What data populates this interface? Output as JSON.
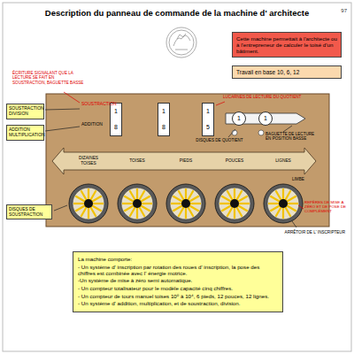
{
  "diagram": {
    "title": "Description du panneau de commande de la machine d' architecte",
    "nodes": [
      {
        "text": [
          "Cette machine permettait à l'architecte ou à l'entrepreneur de calculer le toisé d'un bâtiment."
        ]
      },
      {
        "text": [
          "Travail en base 10, 6, 12"
        ]
      },
      {
        "text": [
          "SOUSTRACTION DIVISION"
        ]
      },
      {
        "text": [
          "ADDITION MULTIPLICATION"
        ]
      },
      {
        "text": [
          "1",
          "8"
        ]
      },
      {
        "text": [
          "1",
          "8"
        ]
      },
      {
        "text": [
          "1",
          "5"
        ]
      },
      {
        "text": [
          "1"
        ]
      },
      {
        "text": [
          "1"
        ]
      },
      {
        "text": [
          "DIZAINES TOISES",
          "TOISES",
          "PIEDS",
          "POUCES",
          "LIGNES"
        ]
      },
      {
        "text": [
          "DISQUES DE SOUSTRACTION"
        ]
      },
      {
        "text": [
          "La machine comporte:",
          "- Un système d' inscription par rotation des roues d' inscription, la pose des chiffres est combinée avec l' énergie motrice.",
          "-Un système de mise à zéro semi automatique.",
          "- Un compteur totalisateur pour le modèle capacité cinq chiffres.",
          "- Un compteur de tours manuel toises 10⁰ à 10⁴, 6 pieds, 12 pouces, 12 lignes.",
          "- Un système d' addition, multiplication, et de soustraction, division."
        ]
      }
    ],
    "labels": [
      "97",
      "ÉCRITURE SIGNALANT QUE LA LECTURE SE FAIT EN SOUSTRACTION, BAGUETTE BASSE",
      "SOUSTRACTION",
      "ADDITION",
      "LUCARNES DE LECTURE DU QUOTIENT",
      "DISQUES DE QUOTIENT",
      "BAGUETTE DE LECTURE EN POSITION BASSE",
      "LIMBE",
      "REPÈRES DE MISE À ZÉRO ET DE POSE DE COMPLÉMENT",
      "ARRÊTOIR DE L' INSCRIPTEUR"
    ]
  }
}
